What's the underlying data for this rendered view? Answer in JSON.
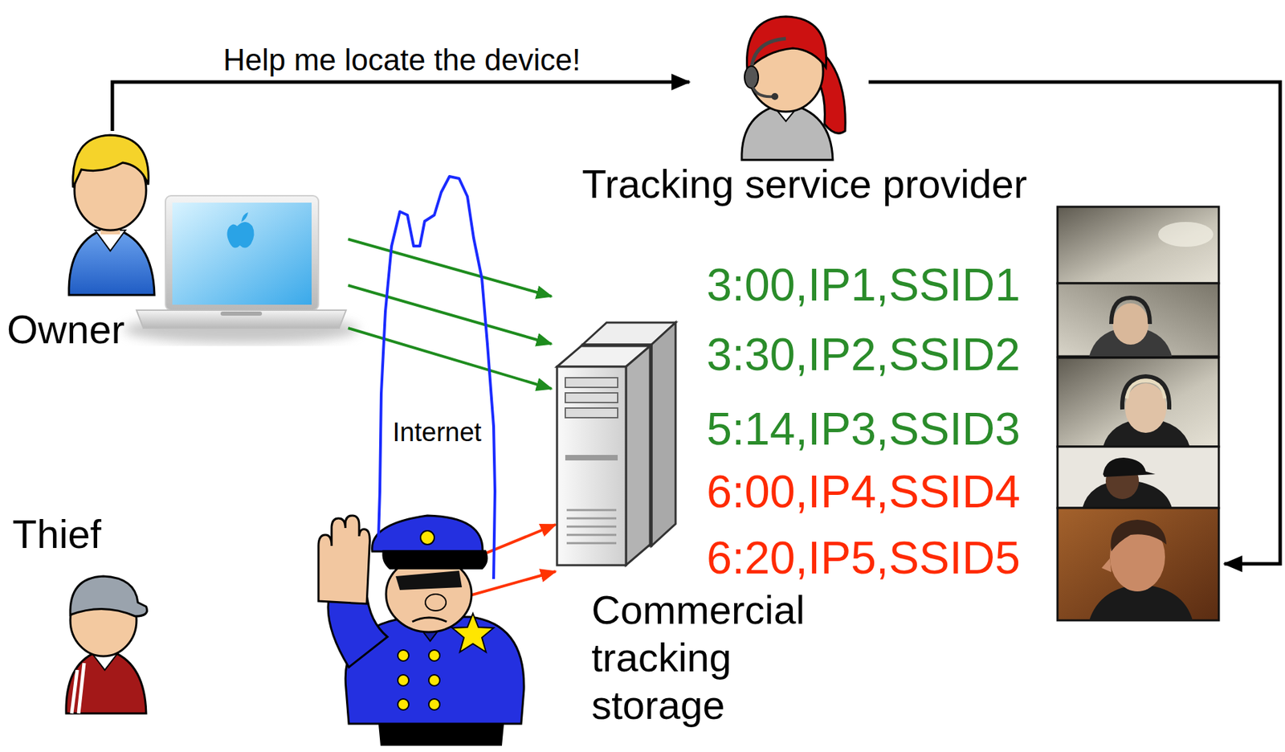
{
  "diagram": {
    "nodes": [
      {
        "text": [
          "Owner"
        ]
      },
      {
        "text": [
          "Tracking service provider"
        ]
      },
      {
        "text": [
          "Internet"
        ]
      },
      {
        "text": [
          "Commercial tracking storage"
        ]
      },
      {
        "text": [
          "Thief"
        ]
      }
    ],
    "edges": [
      {
        "from": 0,
        "to": 1,
        "arrow": "to",
        "label": "Help me locate the device!"
      },
      {
        "from": 0,
        "to": 3,
        "arrow": "to"
      },
      {
        "from": 0,
        "to": 3,
        "arrow": "to"
      },
      {
        "from": 0,
        "to": 3,
        "arrow": "to"
      }
    ],
    "labels": [
      "3:00,IP1,SSID1",
      "3:30,IP2,SSID2",
      "5:14,IP3,SSID3",
      "6:00,IP4,SSID4",
      "6:20,IP5,SSID5"
    ]
  }
}
